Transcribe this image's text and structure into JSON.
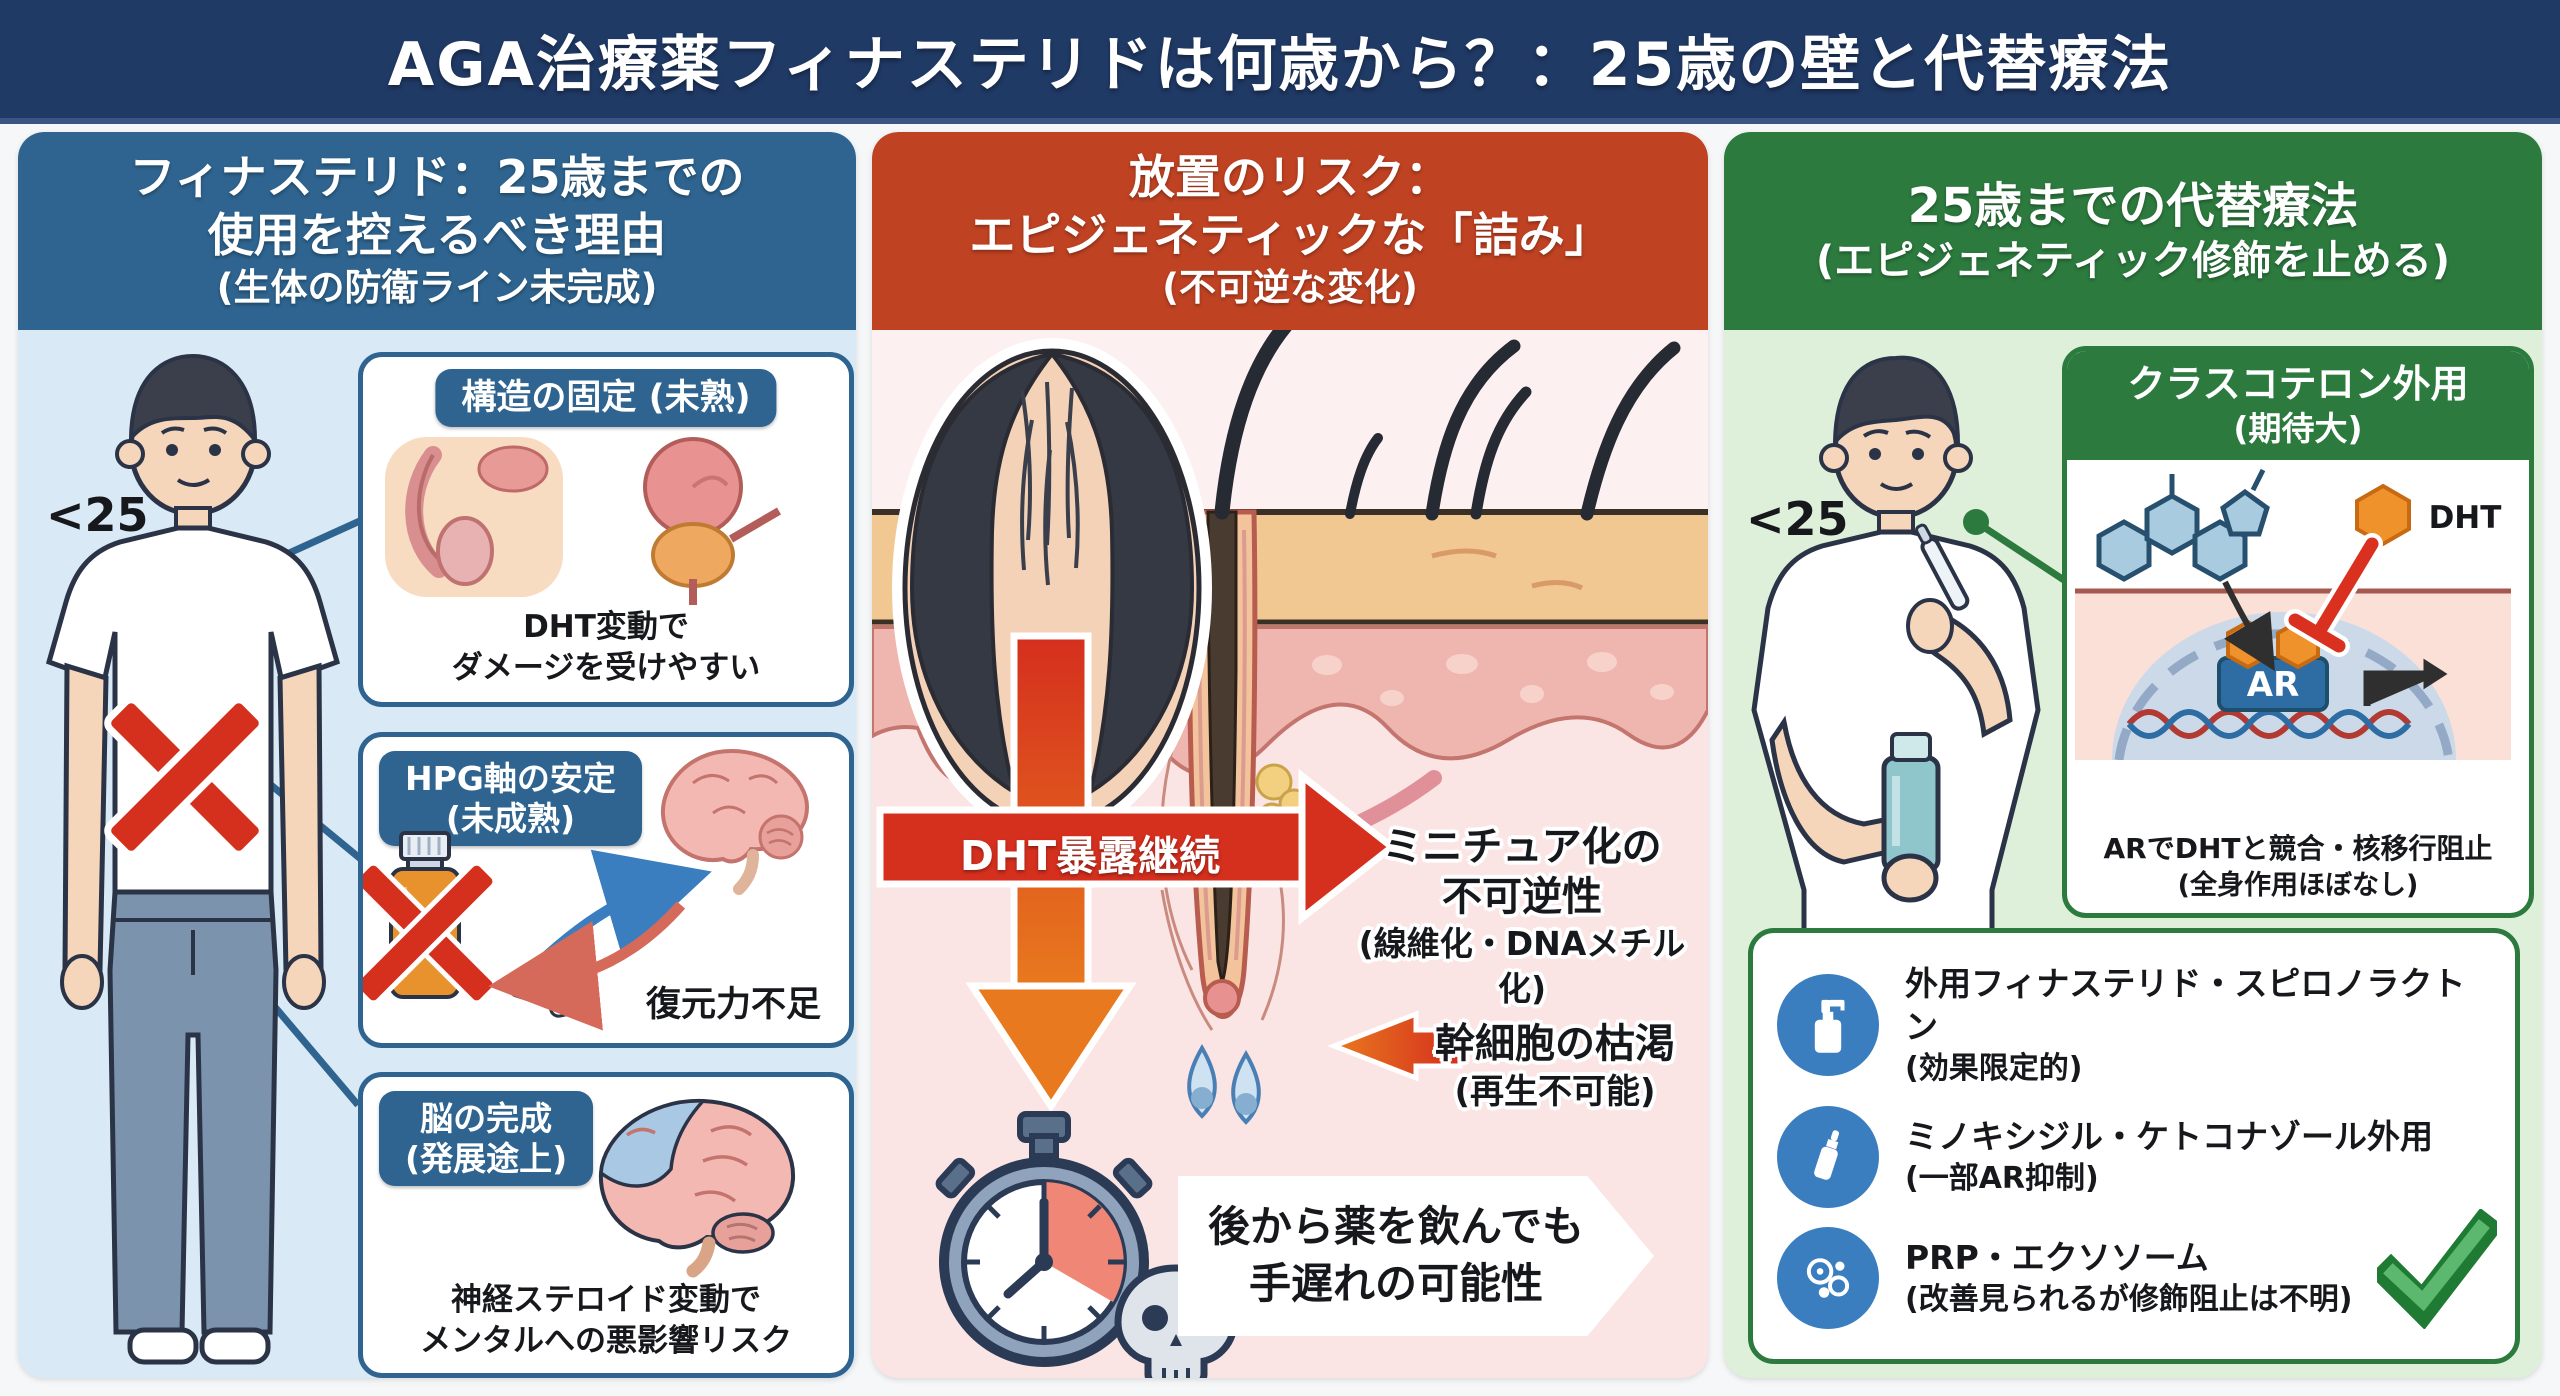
{
  "title": "AGA治療薬フィナステリドは何歳から？：25歳の壁と代替療法",
  "left": {
    "header": {
      "line1": "フィナステリド：25歳までの",
      "line2": "使用を控えるべき理由",
      "sub": "(生体の防衛ライン未完成)"
    },
    "age_label": "<25",
    "box1": {
      "title": "構造の固定 (未熟)",
      "cap1": "DHT変動で",
      "cap2": "ダメージを受けやすい"
    },
    "box2": {
      "title1": "HPG軸の安定",
      "title2": "(未成熟)",
      "caption": "復元力不足"
    },
    "box3": {
      "title1": "脳の完成",
      "title2": "(発展途上)",
      "cap1": "神経ステロイド変動で",
      "cap2": "メンタルへの悪影響リスク"
    }
  },
  "middle": {
    "header": {
      "line1": "放置のリスク：",
      "line2": "エピジェネティックな「詰み」",
      "sub": "(不可逆な変化)"
    },
    "dht_arrow_label": "DHT暴露継続",
    "miniaturization": {
      "line1": "ミニチュア化の",
      "line2": "不可逆性",
      "sub": "(線維化・DNAメチル化)"
    },
    "stem_cell": {
      "line1": "幹細胞の枯渇",
      "sub": "(再生不可能)"
    },
    "banner": {
      "line1": "後から薬を飲んでも",
      "line2": "手遅れの可能性"
    }
  },
  "right": {
    "header": {
      "line1": "25歳までの代替療法",
      "line2": "(エピジェネティック修飾を止める)"
    },
    "age_label": "<25",
    "clascoterone": {
      "title1": "クラスコテロン外用",
      "title2": "(期待大)",
      "dht_label": "DHT",
      "ar_label": "AR",
      "cap1": "ARでDHTと競合・核移行阻止",
      "cap2": "(全身作用ほぼなし)"
    },
    "alternatives": [
      {
        "label": "外用フィナステリド・スピロノラクトン",
        "sub": "(効果限定的)",
        "icon": "pump-bottle-icon"
      },
      {
        "label": "ミノキシジル・ケトコナゾール外用",
        "sub": "(一部AR抑制)",
        "icon": "serum-bottle-icon"
      },
      {
        "label": "PRP・エクソソーム",
        "sub": "(改善見られるが修飾阻止は不明)",
        "icon": "cells-icon",
        "checked": true
      }
    ]
  },
  "colors": {
    "title_bg": "#203a66",
    "left_header": "#2e648f",
    "left_bg": "#d9e9f6",
    "mid_header": "#bf4222",
    "mid_bg": "#fbe5e4",
    "right_header": "#2c7a3e",
    "right_bg": "#def0da",
    "alert_red": "#d52f1e",
    "alert_orange": "#e8791e",
    "icon_blue": "#3b7ec0",
    "check_green": "#2f9e44"
  }
}
